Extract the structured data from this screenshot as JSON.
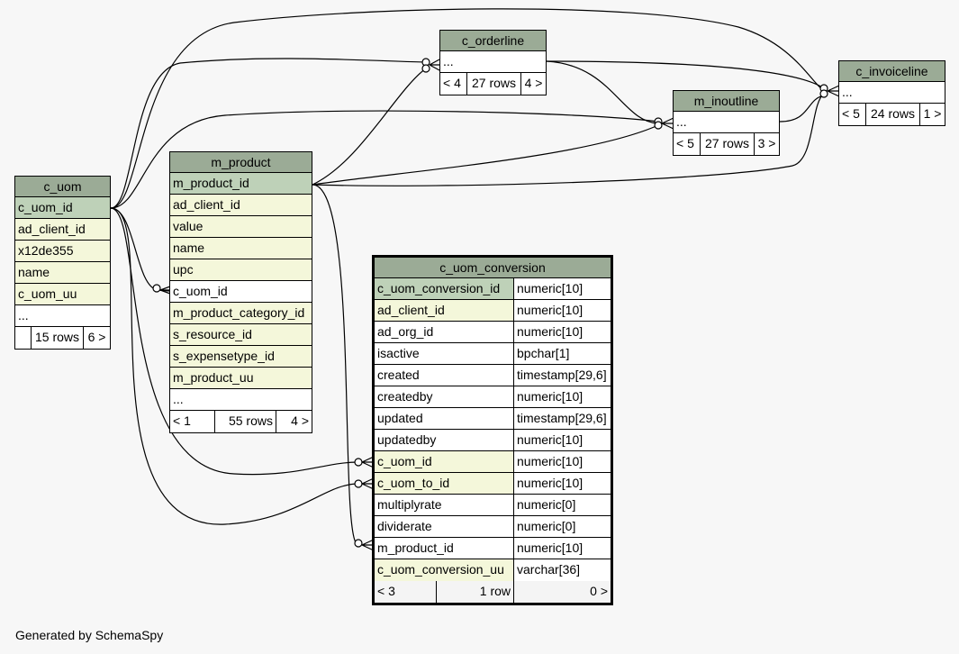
{
  "tables": {
    "c_uom": {
      "name": "c_uom",
      "columns": [
        "c_uom_id",
        "ad_client_id",
        "x12de355",
        "name",
        "c_uom_uu",
        "..."
      ],
      "footer": [
        "",
        "15 rows",
        "6 >"
      ]
    },
    "m_product": {
      "name": "m_product",
      "columns": [
        "m_product_id",
        "ad_client_id",
        "value",
        "name",
        "upc",
        "c_uom_id",
        "m_product_category_id",
        "s_resource_id",
        "s_expensetype_id",
        "m_product_uu",
        "..."
      ],
      "footer": [
        "< 1",
        "55 rows",
        "4 >"
      ]
    },
    "c_orderline": {
      "name": "c_orderline",
      "columns": [
        "..."
      ],
      "footer": [
        "< 4",
        "27 rows",
        "4 >"
      ]
    },
    "m_inoutline": {
      "name": "m_inoutline",
      "columns": [
        "..."
      ],
      "footer": [
        "< 5",
        "27 rows",
        "3 >"
      ]
    },
    "c_invoiceline": {
      "name": "c_invoiceline",
      "columns": [
        "..."
      ],
      "footer": [
        "< 5",
        "24 rows",
        "1 >"
      ]
    },
    "c_uom_conversion": {
      "name": "c_uom_conversion",
      "columns": [
        {
          "name": "c_uom_conversion_id",
          "type": "numeric[10]"
        },
        {
          "name": "ad_client_id",
          "type": "numeric[10]"
        },
        {
          "name": "ad_org_id",
          "type": "numeric[10]"
        },
        {
          "name": "isactive",
          "type": "bpchar[1]"
        },
        {
          "name": "created",
          "type": "timestamp[29,6]"
        },
        {
          "name": "createdby",
          "type": "numeric[10]"
        },
        {
          "name": "updated",
          "type": "timestamp[29,6]"
        },
        {
          "name": "updatedby",
          "type": "numeric[10]"
        },
        {
          "name": "c_uom_id",
          "type": "numeric[10]"
        },
        {
          "name": "c_uom_to_id",
          "type": "numeric[10]"
        },
        {
          "name": "multiplyrate",
          "type": "numeric[0]"
        },
        {
          "name": "dividerate",
          "type": "numeric[0]"
        },
        {
          "name": "m_product_id",
          "type": "numeric[10]"
        },
        {
          "name": "c_uom_conversion_uu",
          "type": "varchar[36]"
        }
      ],
      "footer": [
        "< 3",
        "1 row",
        "0 >"
      ]
    }
  },
  "colors": {
    "header": "#9bab96",
    "primary_key": "#bed1b8",
    "foreign_key": "#f4f7da"
  },
  "generated_by": "Generated by SchemaSpy"
}
